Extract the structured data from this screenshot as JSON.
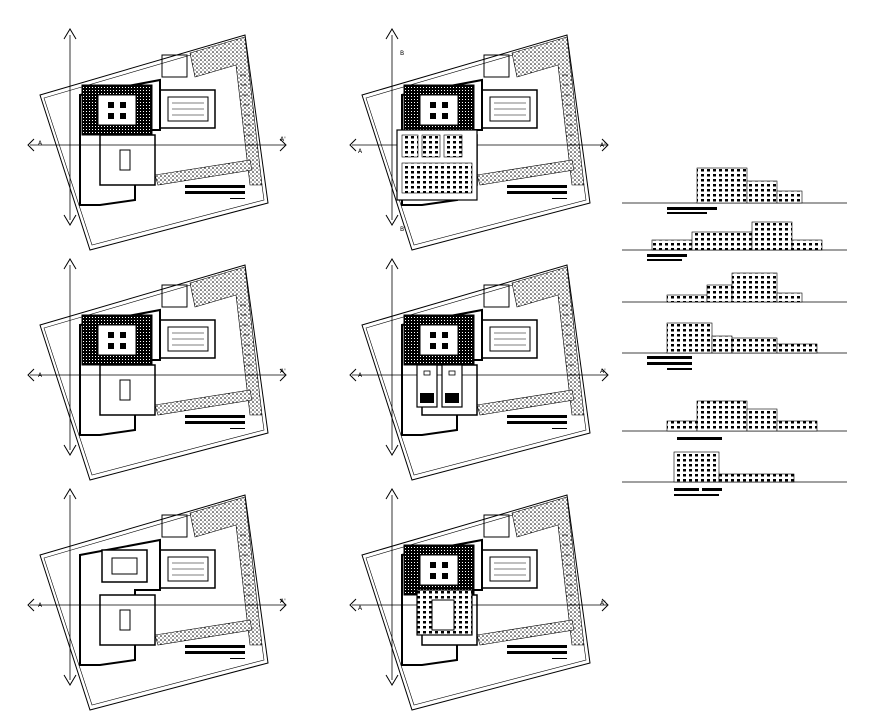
{
  "sheet": {
    "background": "#ffffff",
    "ink": "#000000"
  },
  "section_marks": {
    "a": "A",
    "a_prime": "A'",
    "b": "B",
    "b_prime": "B'"
  },
  "plans": [
    {
      "id": "plan-1"
    },
    {
      "id": "plan-2"
    },
    {
      "id": "plan-3"
    },
    {
      "id": "plan-4"
    },
    {
      "id": "plan-5"
    },
    {
      "id": "plan-6"
    }
  ],
  "elevations": [
    {
      "id": "elevation-1"
    },
    {
      "id": "elevation-2"
    },
    {
      "id": "elevation-3"
    },
    {
      "id": "elevation-4"
    },
    {
      "id": "elevation-5"
    },
    {
      "id": "elevation-6"
    }
  ]
}
